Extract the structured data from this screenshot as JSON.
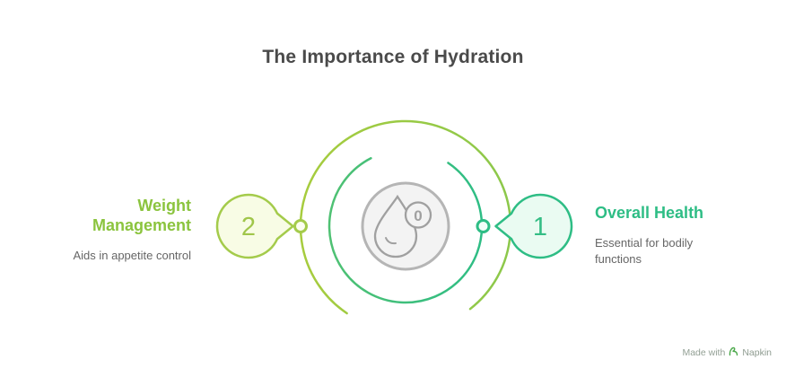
{
  "title": "The Importance of Hydration",
  "diagram": {
    "center": {
      "icon": "water-drop-icon",
      "badge": "0"
    },
    "nodes": {
      "right": {
        "number": "1",
        "label": "Overall Health",
        "description": "Essential for bodily functions",
        "accent": "#2EBD85",
        "bubble_fill": "#EAFBF2",
        "bubble_border": "#2EBD85"
      },
      "left": {
        "number": "2",
        "label": "Weight Management",
        "description": "Aids in appetite control",
        "accent": "#8BC43E",
        "bubble_fill": "#F8FCE5",
        "bubble_border": "#A4CB4B"
      }
    },
    "colors": {
      "outer_ring_left": "#A7CC3E",
      "outer_ring_right": "#8CC84B",
      "inner_ring_left": "#4FC173",
      "inner_ring_right": "#2EBD85",
      "center_fill": "#F3F3F3",
      "center_stroke": "#B5B5B5",
      "icon_stroke": "#A0A0A0",
      "title_color": "#4A4A4A",
      "description_color": "#666666"
    }
  },
  "watermark": {
    "prefix": "Made with",
    "brand": "Napkin"
  }
}
